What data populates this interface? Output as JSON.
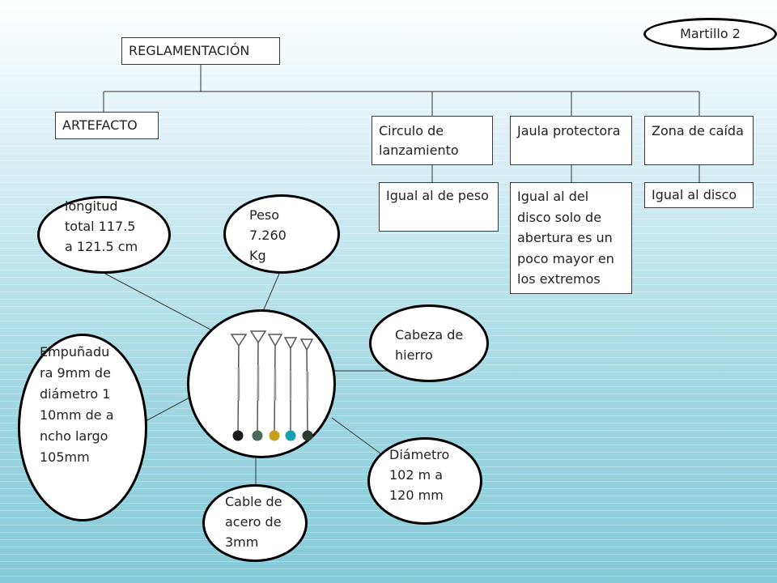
{
  "badge": "Martillo 2",
  "root": "REGLAMENTACIÓN",
  "branches": {
    "artefacto": "ARTEFACTO",
    "circulo": "Circulo de lanzamiento",
    "jaula": "Jaula protectora",
    "zona": "Zona de caída"
  },
  "details": {
    "circulo": "Igual al de peso",
    "jaula": "Igual al del disco solo de abertura es un poco mayor en los extremos",
    "zona": "Igual al disco"
  },
  "ovals": {
    "longitud": "longitud total 117.5 a 121.5 cm",
    "peso": "Peso 7.260 Kg",
    "cabeza": "Cabeza de hierro",
    "empunadura": "Empuñadura 9mm de diámetro 110mm de ancho largo 105mm",
    "diametro": "Diámetro 102 m a 120 mm",
    "cable": "Cable de acero de 3mm"
  },
  "colors": {
    "ball_1": "#1a1a1a",
    "ball_2": "#4a6a5a",
    "ball_3": "#c8a020",
    "ball_4": "#19a0b0",
    "ball_5": "#2a3a2a"
  }
}
